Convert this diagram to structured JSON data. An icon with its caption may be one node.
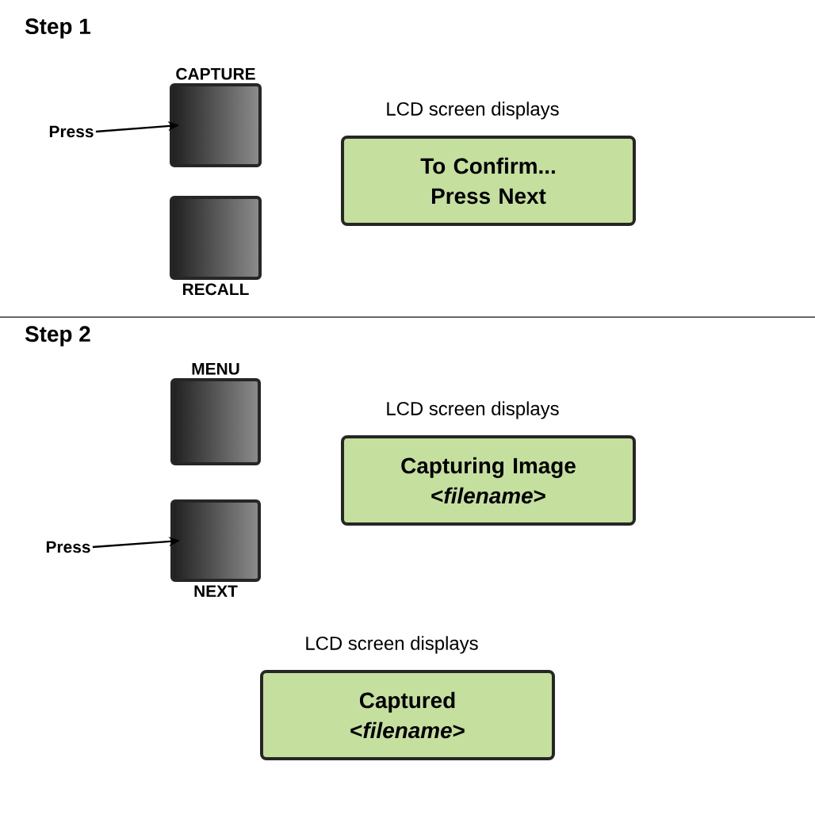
{
  "diagram": {
    "nodes": [
      {
        "text": [
          "Press"
        ]
      },
      {
        "text": [
          "CAPTURE"
        ]
      },
      {
        "text": [
          "RECALL"
        ]
      },
      {
        "text": [
          "To Confirm... Press Next"
        ],
        "beside": [
          "LCD screen displays"
        ]
      },
      {
        "text": [
          "MENU"
        ]
      },
      {
        "text": [
          "Press"
        ]
      },
      {
        "text": [
          "NEXT"
        ]
      },
      {
        "text": [
          "Capturing Image <*filename*>"
        ],
        "beside": [
          "LCD screen displays"
        ]
      },
      {
        "text": [
          "Captured <*filename*>"
        ],
        "beside": [
          "LCD screen displays"
        ]
      }
    ],
    "edges": [
      {
        "from": 0,
        "to": 1,
        "arrow": "to"
      },
      {
        "from": 5,
        "to": 6,
        "arrow": "to"
      }
    ],
    "labels": [
      "Step 1",
      "Step 2"
    ]
  }
}
